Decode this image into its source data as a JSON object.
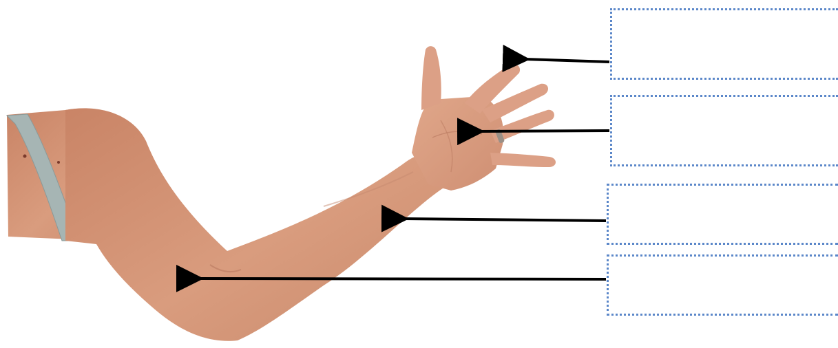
{
  "diagram": {
    "colors": {
      "skin": "#d99c7e",
      "skin_shadow": "#c3836a",
      "strap": "#a6b5b4",
      "arrow": "#000000",
      "box_border": "#5b87c9"
    },
    "label_boxes": [
      {
        "id": "box-finger",
        "text": ""
      },
      {
        "id": "box-palm",
        "text": ""
      },
      {
        "id": "box-wrist",
        "text": ""
      },
      {
        "id": "box-elbow",
        "text": ""
      }
    ]
  }
}
